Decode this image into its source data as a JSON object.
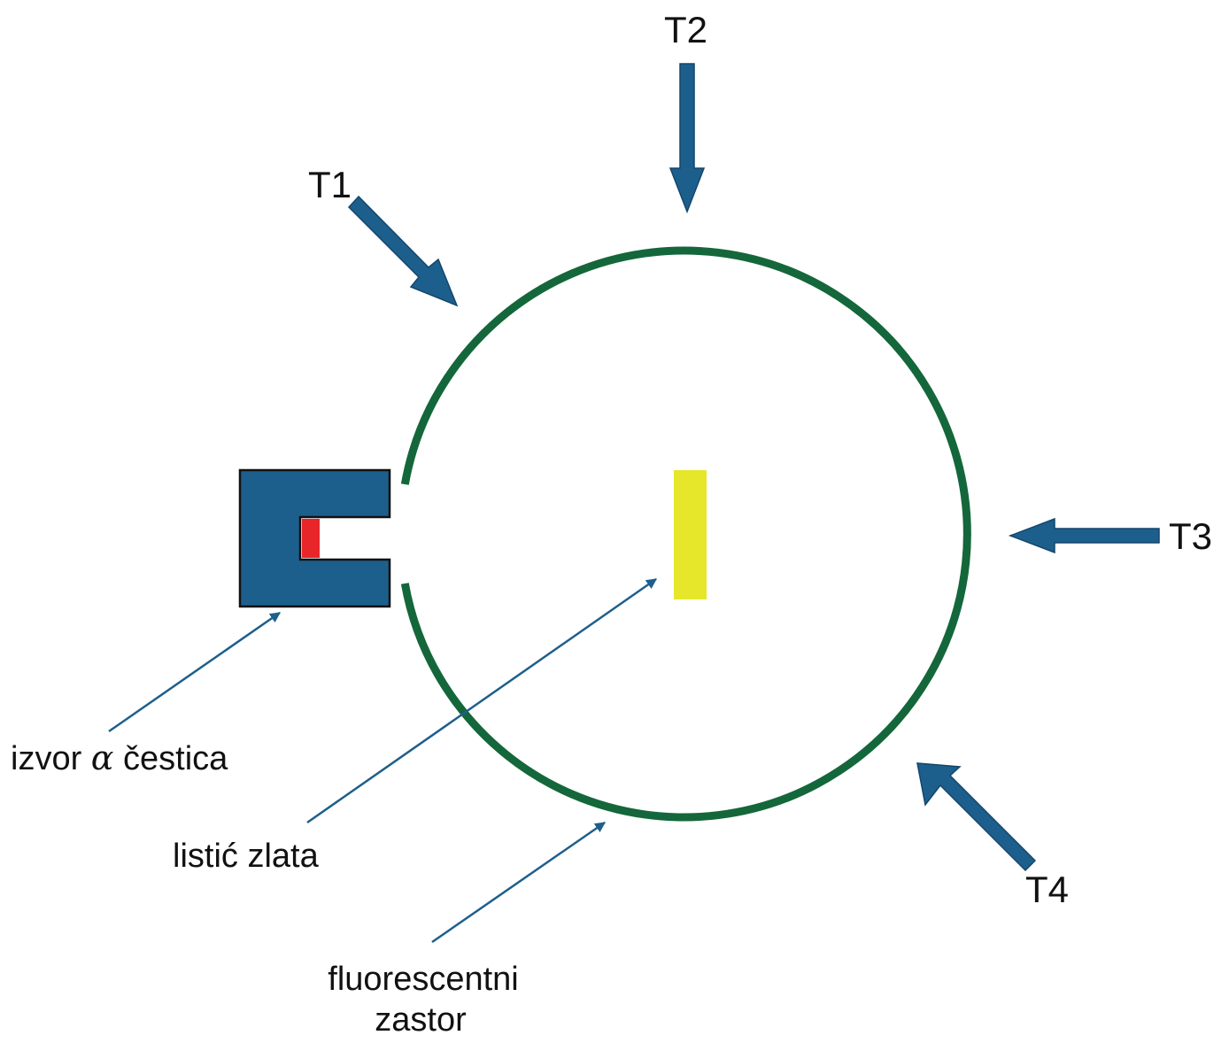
{
  "labels": {
    "t1": "T1",
    "t2": "T2",
    "t3": "T3",
    "t4": "T4",
    "source_prefix": "izvor ",
    "source_alpha": "α",
    "source_suffix": " čestica",
    "gold_foil": "listić zlata",
    "screen_line1": "fluorescentni",
    "screen_line2": "zastor"
  },
  "colors": {
    "screen": "#14673a",
    "arrow": "#1d5f8c",
    "source_body": "#1d5f8c",
    "source_core": "#e8262a",
    "gold_foil": "#e6e62a",
    "text": "#111111"
  }
}
